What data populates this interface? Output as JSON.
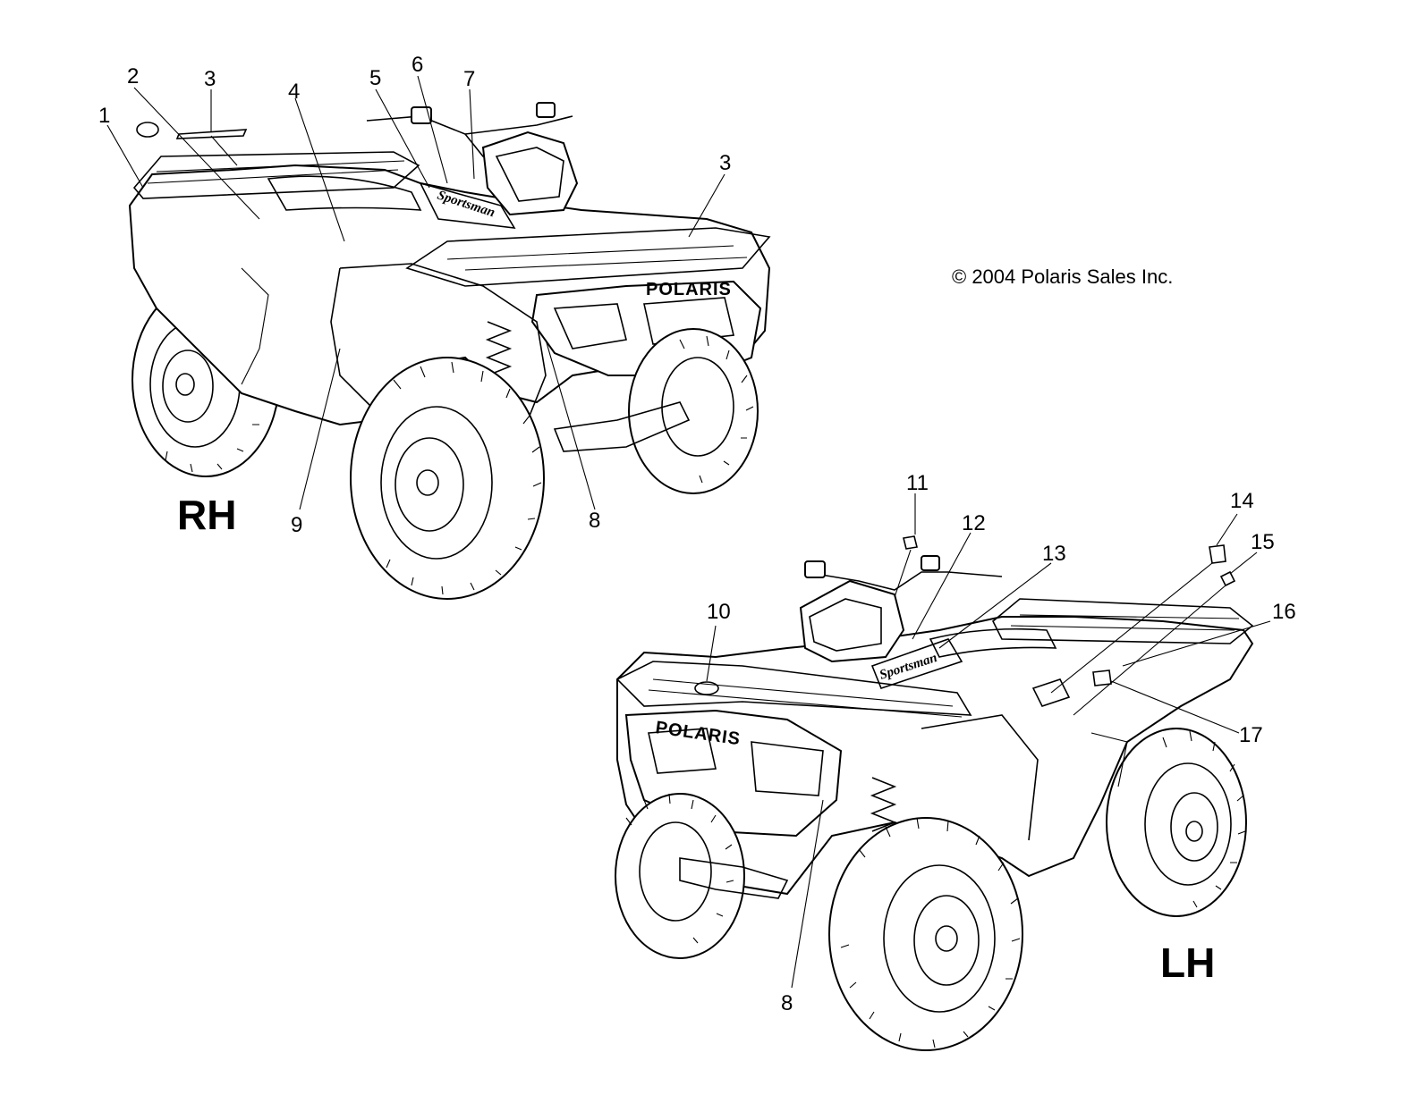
{
  "diagram": {
    "copyright": "© 2004 Polaris Sales Inc.",
    "views": {
      "rh": {
        "label": "RH"
      },
      "lh": {
        "label": "LH"
      }
    },
    "branding": {
      "rack_logo": "POLARIS",
      "model_decal": "Sportsman"
    },
    "callouts": {
      "rh": [
        "1",
        "2",
        "3",
        "4",
        "5",
        "6",
        "7",
        "3",
        "9",
        "8"
      ],
      "lh": [
        "11",
        "12",
        "13",
        "14",
        "15",
        "10",
        "16",
        "17",
        "8"
      ]
    }
  }
}
